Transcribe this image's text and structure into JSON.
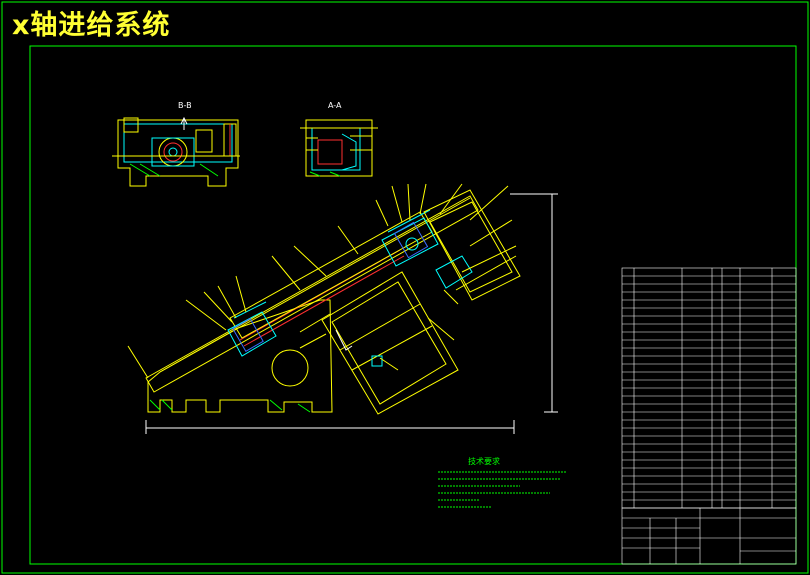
{
  "title": "x轴进给系统",
  "views": {
    "section_bb": "B-B",
    "section_aa": "A-A"
  },
  "tech_req": {
    "heading": "技术要求"
  },
  "colors": {
    "background": "#000000",
    "frame": "#00ff00",
    "outline": "#ffff00",
    "detail": "#00ffff",
    "label": "#00ff00",
    "leader": "#ffff00",
    "accent_red": "#ff3030",
    "accent_blue": "#3a6bff",
    "title": "#ffff33"
  }
}
